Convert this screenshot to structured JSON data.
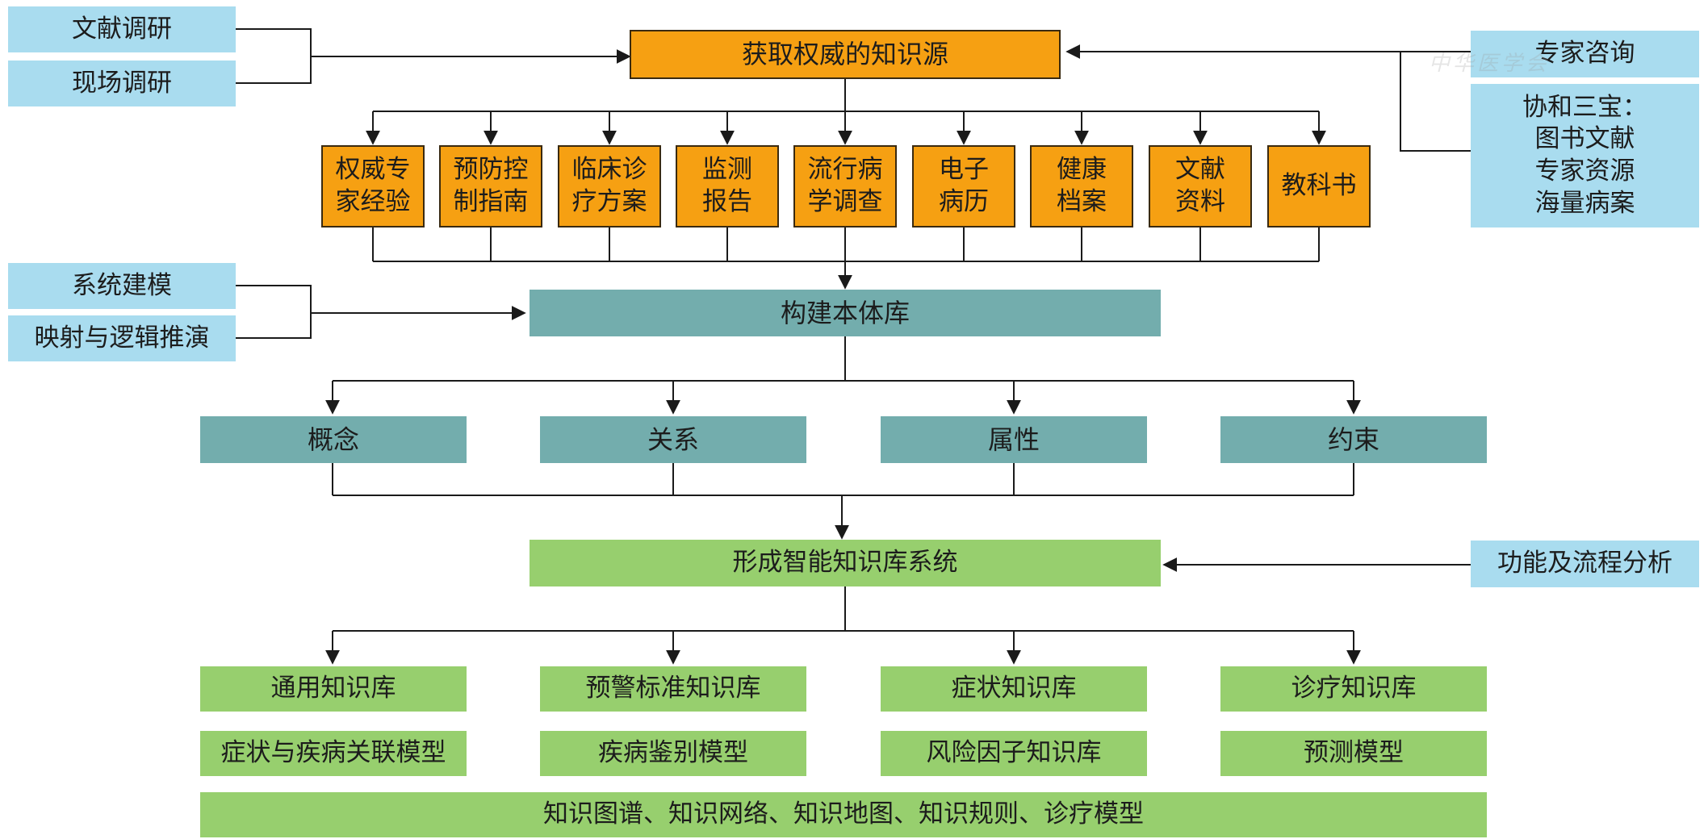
{
  "left_inputs": {
    "lit_research": "文献调研",
    "field_research": "现场调研",
    "system_modeling": "系统建模",
    "mapping_reasoning": "映射与逻辑推演"
  },
  "top": {
    "acquire": "获取权威的知识源"
  },
  "right_inputs": {
    "expert_consult": "专家咨询",
    "pumc_lines": [
      "协和三宝：",
      "图书文献",
      "专家资源",
      "海量病案"
    ],
    "function_analysis": "功能及流程分析"
  },
  "sources": [
    [
      "权威专",
      "家经验"
    ],
    [
      "预防控",
      "制指南"
    ],
    [
      "临床诊",
      "疗方案"
    ],
    [
      "监测",
      "报告"
    ],
    [
      "流行病",
      "学调查"
    ],
    [
      "电子",
      "病历"
    ],
    [
      "健康",
      "档案"
    ],
    [
      "文献",
      "资料"
    ],
    [
      "教科书"
    ]
  ],
  "ontology": {
    "title": "构建本体库",
    "parts": [
      "概念",
      "关系",
      "属性",
      "约束"
    ]
  },
  "system": {
    "title": "形成智能知识库系统",
    "row1": [
      "通用知识库",
      "预警标准知识库",
      "症状知识库",
      "诊疗知识库"
    ],
    "row2": [
      "症状与疾病关联模型",
      "疾病鉴别模型",
      "风险因子知识库",
      "预测模型"
    ],
    "bottom": "知识图谱、知识网络、知识地图、知识规则、诊疗模型"
  },
  "watermark": "中华医学会",
  "colors": {
    "blue": "#a9dcef",
    "orange": "#f6a012",
    "teal": "#73adad",
    "green": "#97cf6e",
    "line": "#1a1a1a"
  }
}
